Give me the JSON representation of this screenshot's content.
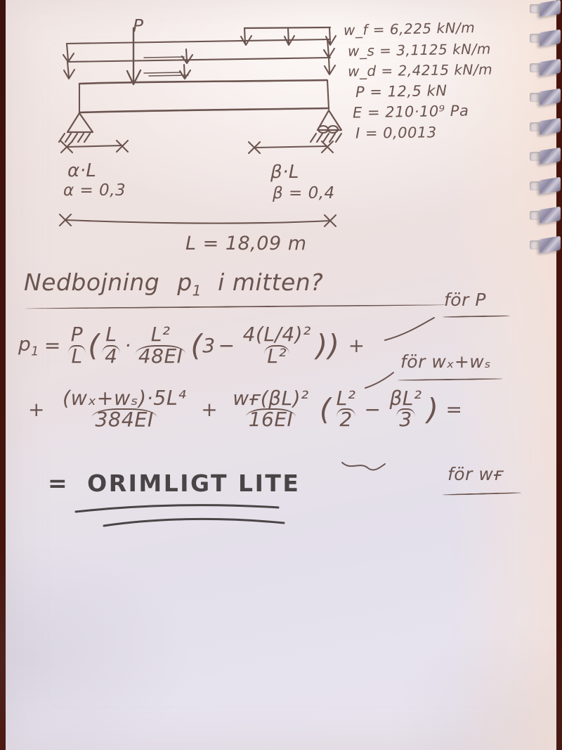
{
  "document": {
    "kind": "handwritten-engineering-note",
    "medium": "spiral notebook page photographed on a dark red table",
    "language": "Swedish",
    "ink_color": "#6b544f",
    "ink_color_dark": "#4a4446",
    "paper_color": "#ece1e1"
  },
  "diagram": {
    "title": "simply-supported beam with point load and distributed loads",
    "point_load_label": "P",
    "support_left": "pinned-support",
    "support_right": "roller-support"
  },
  "parameters": [
    {
      "symbol": "w",
      "sub": "f",
      "value": "6,225 kN/m",
      "text": "w_f = 6,225 kN/m"
    },
    {
      "symbol": "w",
      "sub": "s",
      "value": "3,1125 kN/m",
      "text": "w_s = 3,1125 kN/m"
    },
    {
      "symbol": "w",
      "sub": "d",
      "value": "2,4215 kN/m",
      "text": "w_d = 2,4215 kN/m"
    },
    {
      "symbol": "P",
      "sub": "",
      "value": "12,5 kN",
      "text": "P = 12,5 kN"
    },
    {
      "symbol": "E",
      "sub": "",
      "value": "210·10⁹ Pa",
      "text": "E = 210·10⁹ Pa"
    },
    {
      "symbol": "I",
      "sub": "",
      "value": "0,0013",
      "text": "I = 0,0013"
    }
  ],
  "dimensions": {
    "left_span_label": "α·L",
    "left_span_value": "α = 0,3",
    "right_span_label": "β·L",
    "right_span_value": "β = 0,4",
    "total_span": "L = 18,09 m"
  },
  "heading": {
    "text": "Nedbojning",
    "symbol": "p",
    "symbol_sub": "1",
    "tail": "i mitten?"
  },
  "annotations": {
    "for_p": "för P",
    "for_wd_ws": "för wₓ+wₛ",
    "for_wd_ws_plain": "för wd+ws",
    "for_wf": "för wғ",
    "for_wf_plain": "för wf"
  },
  "formula": {
    "lhs": "p",
    "lhs_sub": "1",
    "equals": "=",
    "term1": {
      "lead_num": "P",
      "lead_den": "L",
      "f1_num": "L",
      "f1_den": "4",
      "dot": "·",
      "f2_num": "L²",
      "f2_den": "48EI",
      "inner_lead": "3",
      "minus": "−",
      "f3_num": "4(L/4)²",
      "f3_den": "L²"
    },
    "plus1": "+",
    "term2": {
      "num": "(wₓ+wₛ)·5L⁴",
      "den": "384EI",
      "num_plain": "(wd+ws)·5L4",
      "den_plain": "384EI"
    },
    "plus2": "+",
    "term3": {
      "num": "wғ(βL)²",
      "den": "16EI",
      "a_num": "L²",
      "a_den": "2",
      "minus": "−",
      "b_num": "βL²",
      "b_den": "3"
    },
    "trailing_equals": "="
  },
  "conclusion": {
    "equals": "=",
    "text": "ORIMLIGT LITE"
  }
}
